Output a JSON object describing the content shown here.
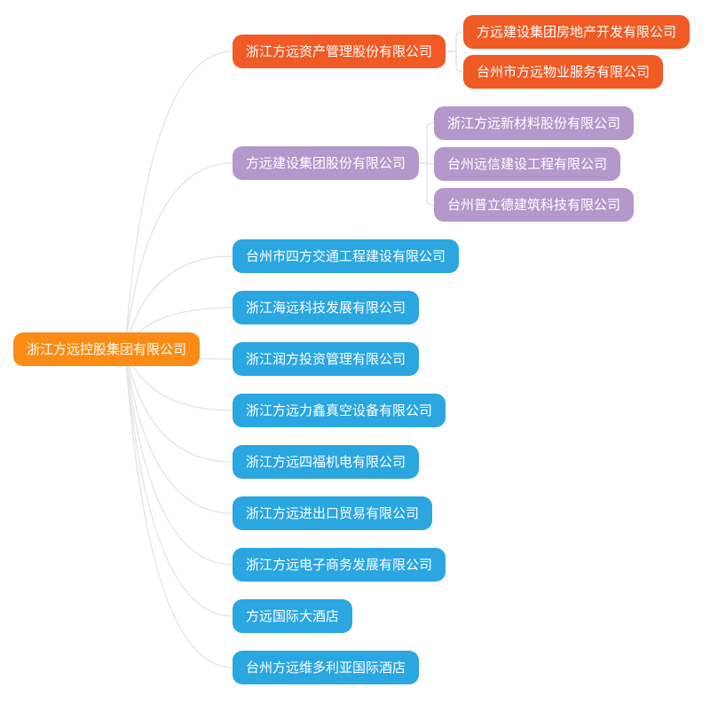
{
  "connector_color": "#E6E6E6",
  "root": {
    "label": "浙江方远控股集团有限公司",
    "color": "#FA8C16"
  },
  "branches": [
    {
      "label": "浙江方远资产管理股份有限公司",
      "color": "#F05A24",
      "children": [
        {
          "label": "方远建设集团房地产开发有限公司"
        },
        {
          "label": "台州市方远物业服务有限公司"
        }
      ]
    },
    {
      "label": "方远建设集团股份有限公司",
      "color": "#B497CB",
      "children": [
        {
          "label": "浙江方远新材料股份有限公司"
        },
        {
          "label": "台州远信建设工程有限公司"
        },
        {
          "label": "台州普立德建筑科技有限公司"
        }
      ]
    },
    {
      "label": "台州市四方交通工程建设有限公司",
      "color": "#2AA6E0"
    },
    {
      "label": "浙江海远科技发展有限公司",
      "color": "#2AA6E0"
    },
    {
      "label": "浙江润方投资管理有限公司",
      "color": "#2AA6E0"
    },
    {
      "label": "浙江方远力鑫真空设备有限公司",
      "color": "#2AA6E0"
    },
    {
      "label": "浙江方远四福机电有限公司",
      "color": "#2AA6E0"
    },
    {
      "label": "浙江方远进出口贸易有限公司",
      "color": "#2AA6E0"
    },
    {
      "label": "浙江方远电子商务发展有限公司",
      "color": "#2AA6E0"
    },
    {
      "label": "方远国际大酒店",
      "color": "#2AA6E0"
    },
    {
      "label": "台州方远维多利亚国际酒店",
      "color": "#2AA6E0"
    }
  ]
}
